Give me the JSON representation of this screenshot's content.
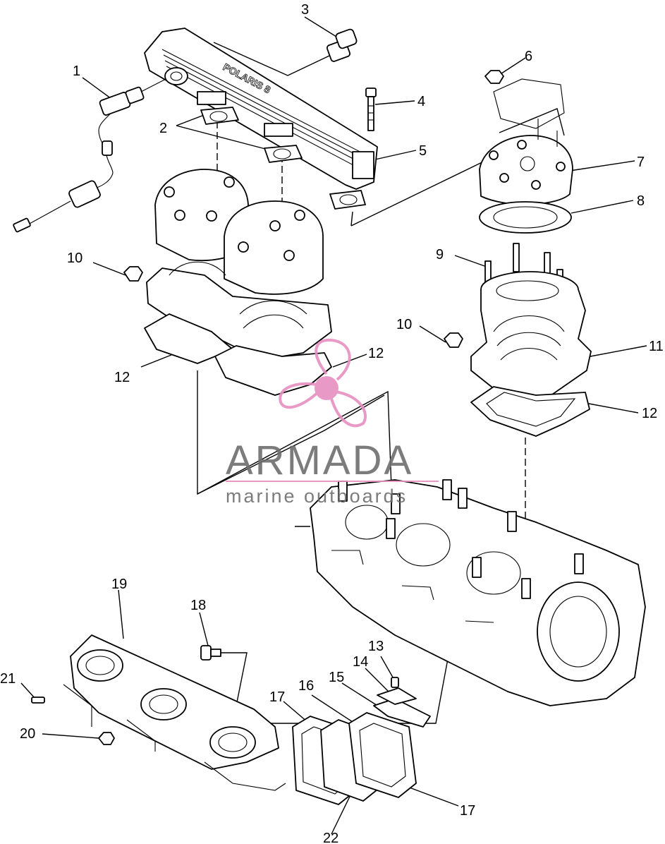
{
  "watermark": {
    "brand": "ARMADA",
    "tagline": "marine outboards",
    "brand_color": "#6e6e6e",
    "accent_color": "#e78fc0"
  },
  "callouts": [
    {
      "id": "c1",
      "text": "1"
    },
    {
      "id": "c2",
      "text": "2"
    },
    {
      "id": "c3",
      "text": "3"
    },
    {
      "id": "c4",
      "text": "4"
    },
    {
      "id": "c5",
      "text": "5"
    },
    {
      "id": "c6",
      "text": "6"
    },
    {
      "id": "c7",
      "text": "7"
    },
    {
      "id": "c8",
      "text": "8"
    },
    {
      "id": "c9",
      "text": "9"
    },
    {
      "id": "c10a",
      "text": "10"
    },
    {
      "id": "c10b",
      "text": "10"
    },
    {
      "id": "c11",
      "text": "11"
    },
    {
      "id": "c12a",
      "text": "12"
    },
    {
      "id": "c12b",
      "text": "12"
    },
    {
      "id": "c12c",
      "text": "12"
    },
    {
      "id": "c13",
      "text": "13"
    },
    {
      "id": "c14",
      "text": "14"
    },
    {
      "id": "c15",
      "text": "15"
    },
    {
      "id": "c16",
      "text": "16"
    },
    {
      "id": "c17a",
      "text": "17"
    },
    {
      "id": "c17b",
      "text": "17"
    },
    {
      "id": "c18",
      "text": "18"
    },
    {
      "id": "c19",
      "text": "19"
    },
    {
      "id": "c20",
      "text": "20"
    },
    {
      "id": "c21",
      "text": "21"
    },
    {
      "id": "c22",
      "text": "22"
    }
  ]
}
